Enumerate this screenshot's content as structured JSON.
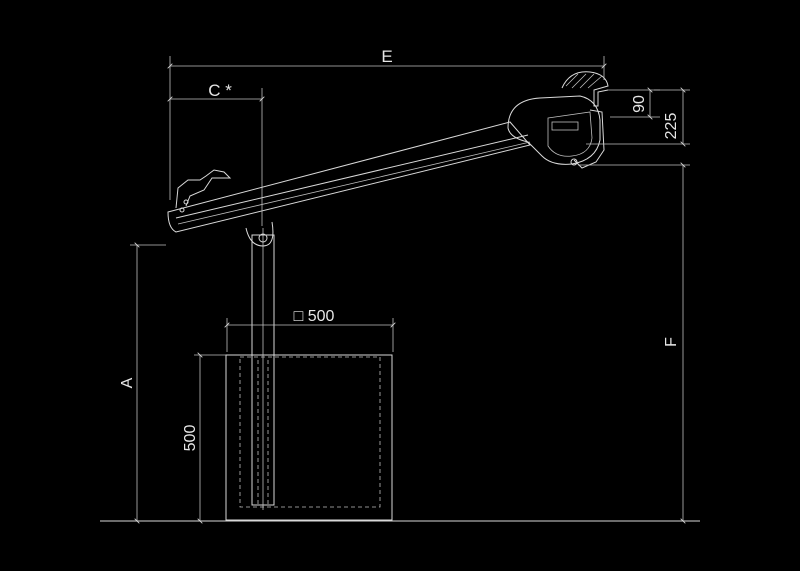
{
  "dimensions": {
    "E": "E",
    "C": "C *",
    "h90": "90",
    "h225": "225",
    "F": "F",
    "A": "A",
    "square500": "□ 500",
    "depth500": "500"
  },
  "colors": {
    "background": "#000000",
    "line": "#d9d9d9"
  }
}
